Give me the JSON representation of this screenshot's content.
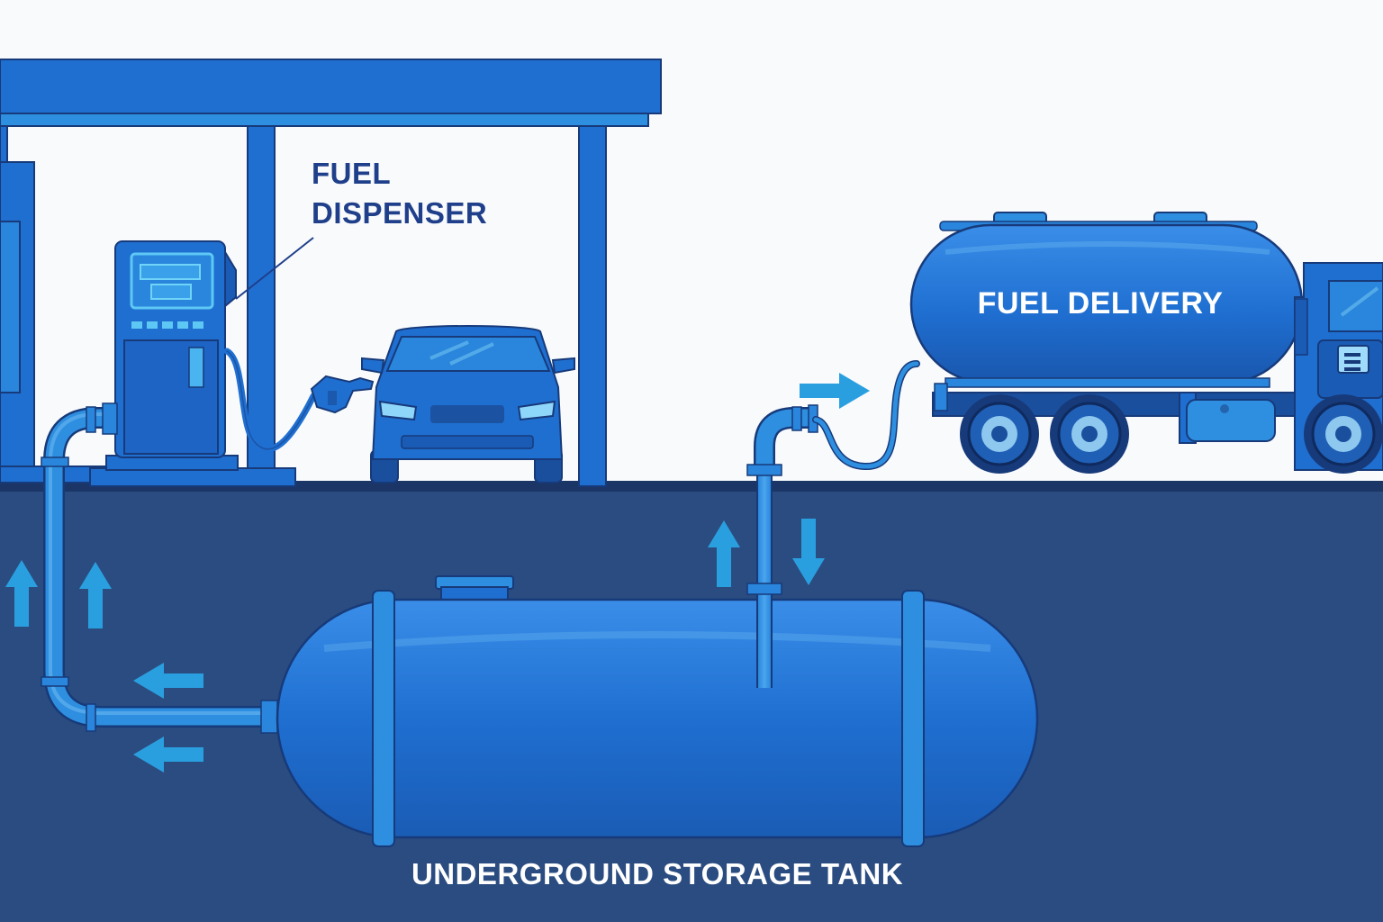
{
  "labels": {
    "dispenser_line1": "FUEL",
    "dispenser_line2": "DISPENSER",
    "truck": "FUEL DELIVERY",
    "tank": "UNDERGROUND STORAGE TANK"
  },
  "colors": {
    "sky": "#f8fafc",
    "ground": "#2a4c80",
    "ground_line": "#1b3566",
    "primary_blue": "#1f6fd1",
    "light_blue": "#2e8fe0",
    "dark_outline": "#173a7a",
    "arrow_cyan": "#2a9fe0",
    "label_dark": "#1f3f8a"
  },
  "arrows": [
    "up",
    "up",
    "left",
    "left",
    "up",
    "down",
    "right"
  ]
}
